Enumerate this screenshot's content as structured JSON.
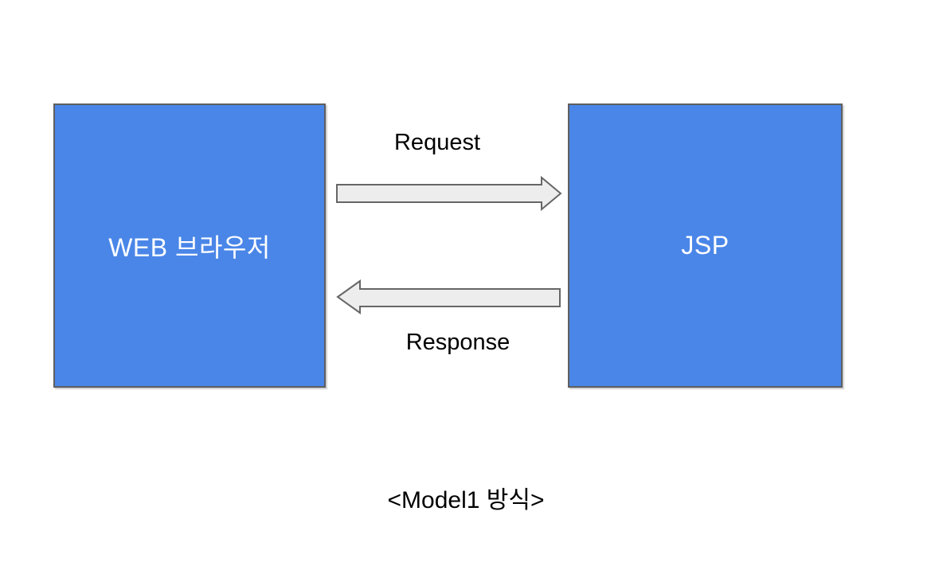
{
  "diagram": {
    "title_caption": "<Model1 방식>",
    "nodes": {
      "browser": {
        "label": "WEB 브라우저"
      },
      "jsp": {
        "label": "JSP"
      }
    },
    "flows": {
      "request": {
        "label": "Request",
        "direction": "left-to-right"
      },
      "response": {
        "label": "Response",
        "direction": "right-to-left"
      }
    },
    "colors": {
      "node_fill": "#4a86e8",
      "node_border": "#5f5f5f",
      "node_text": "#ffffff",
      "arrow_fill": "#ededed",
      "arrow_border": "#666666",
      "label_text": "#000000",
      "background": "#ffffff"
    }
  }
}
